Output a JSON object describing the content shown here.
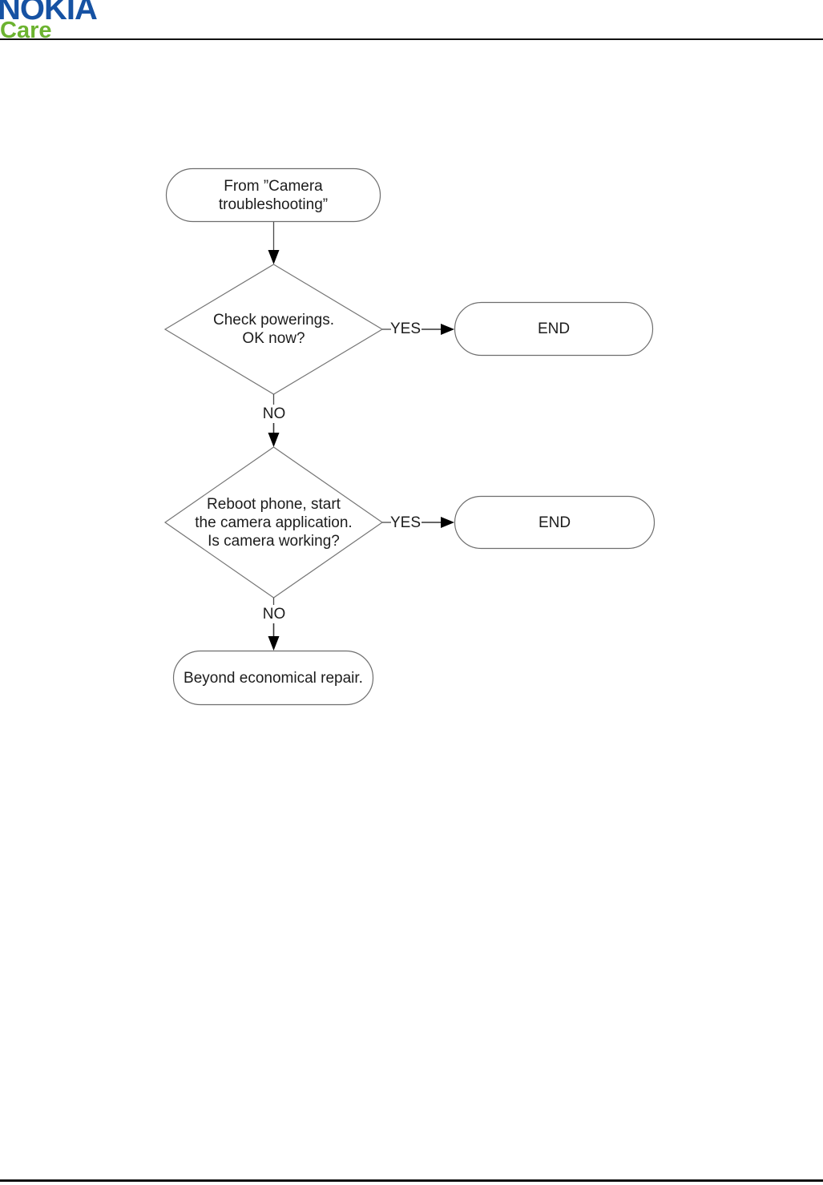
{
  "header": {
    "logo_primary": "NOKIA",
    "logo_secondary": "Care"
  },
  "colors": {
    "nokia_blue": "#1652a3",
    "care_green": "#6cb330",
    "shape_outline_gray": "#6e6e6e",
    "connector_gray": "#4a4a4a",
    "arrowhead_black": "#000000",
    "text_black": "#1c1c1c",
    "rule_black": "#111111"
  },
  "flowchart": {
    "title": "Camera troubleshooting flow",
    "nodes": {
      "start": {
        "type": "terminator",
        "lines": [
          "From ”Camera",
          "troubleshooting”"
        ]
      },
      "decision_powerings": {
        "type": "decision",
        "lines": [
          "Check powerings.",
          "OK now?"
        ]
      },
      "end_1": {
        "type": "terminator",
        "label": "END"
      },
      "decision_reboot": {
        "type": "decision",
        "lines": [
          "Reboot phone, start",
          "the camera application.",
          "Is camera working?"
        ]
      },
      "end_2": {
        "type": "terminator",
        "label": "END"
      },
      "beyond_repair": {
        "type": "terminator",
        "label": "Beyond economical repair."
      }
    },
    "edge_labels": {
      "yes_1": "YES",
      "no_1": "NO",
      "yes_2": "YES",
      "no_2": "NO"
    }
  }
}
